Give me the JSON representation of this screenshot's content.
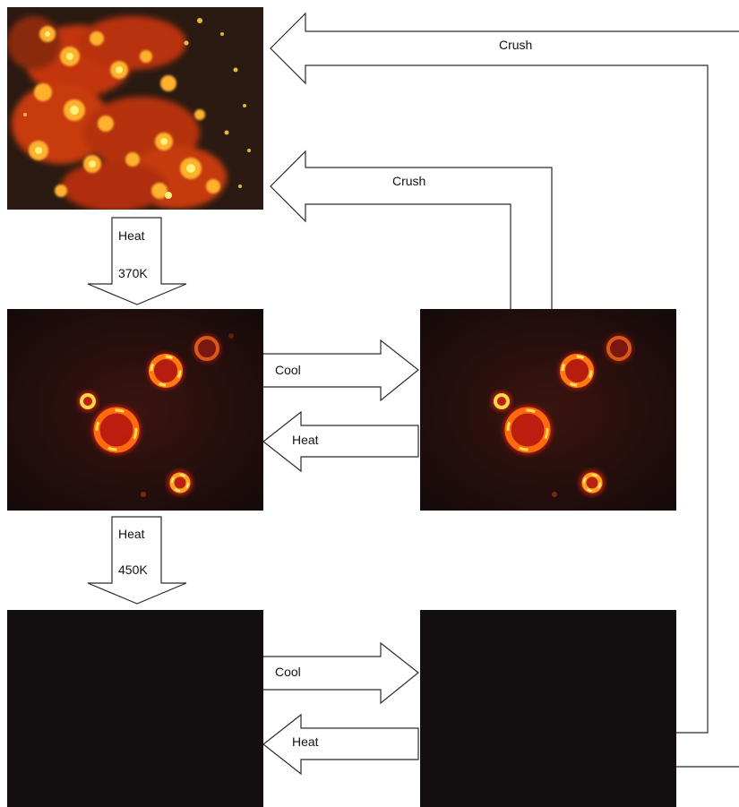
{
  "colors": {
    "background": "#ffffff",
    "arrow_stroke": "#2b2b2b",
    "dark_field": "#130f10",
    "crystal_bright": "#ffd23a",
    "crystal_red": "#e0200c"
  },
  "labels": {
    "crush_top": "Crush",
    "crush_mid": "Crush",
    "heat_down_1": "Heat",
    "temp_1": "370K",
    "heat_down_2": "Heat",
    "temp_2": "450K",
    "cool_row2": "Cool",
    "heat_row2": "Heat",
    "cool_row3": "Cool",
    "heat_row3": "Heat"
  },
  "panels": {
    "crushed_powder": "bright orange/yellow crystalline powder",
    "droplets_hot": "red droplets with bright ring patterns",
    "droplets_cooled": "red droplets with bright ring patterns",
    "dark_hot": "dark field",
    "dark_cooled": "dark field"
  }
}
